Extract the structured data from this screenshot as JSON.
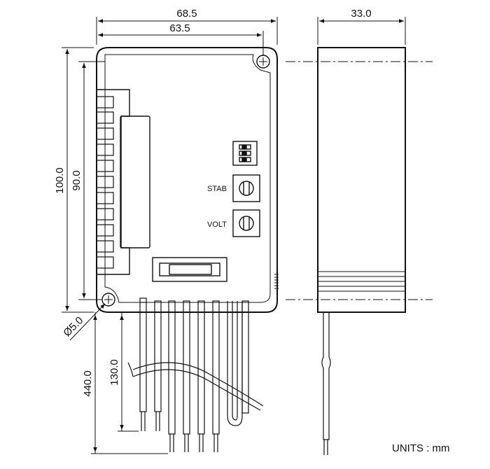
{
  "dimensions": {
    "width_overall": "68.5",
    "width_holes": "63.5",
    "depth": "33.0",
    "height_overall": "100.0",
    "height_holes": "90.0",
    "hole_diameter": "Ø5.0",
    "lead_short": "130.0",
    "lead_long": "440.0"
  },
  "labels": {
    "stab": "STAB",
    "volt": "VOLT"
  },
  "units": "UNITS : mm",
  "colors": {
    "line": "#111111",
    "background": "#ffffff"
  }
}
